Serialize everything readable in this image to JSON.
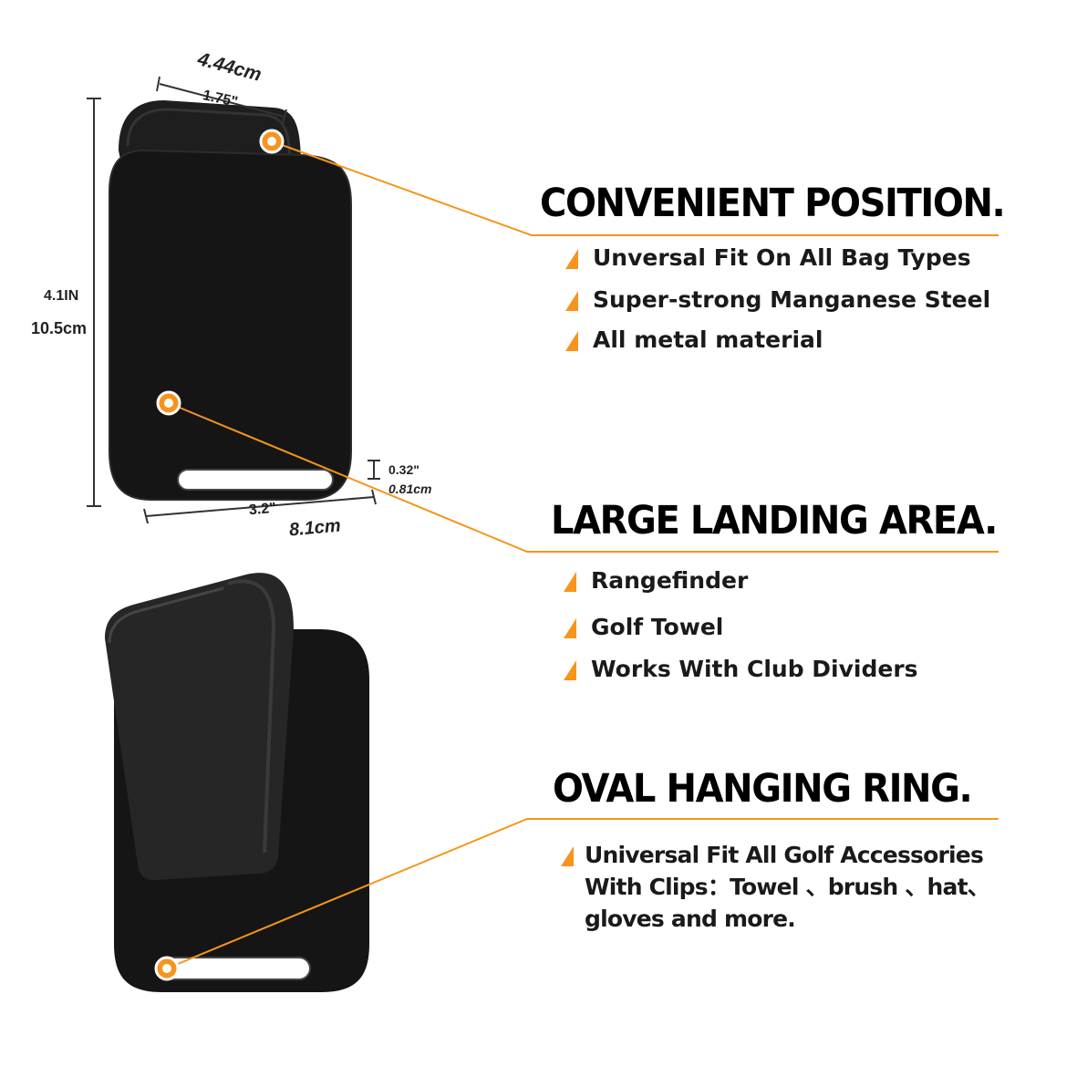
{
  "dimensions": {
    "width_cm": "4.44cm",
    "width_in": "1.75\"",
    "height_in": "4.1IN",
    "height_cm": "10.5cm",
    "bottom_in": "3.2\"",
    "bottom_cm": "8.1cm",
    "slot_in": "0.32\"",
    "slot_cm": "0.81cm"
  },
  "sections": [
    {
      "title": "CONVENIENT POSITION.",
      "bullets": [
        "Unversal Fit On All Bag Types",
        "Super-strong Manganese Steel",
        "All metal material"
      ]
    },
    {
      "title": "LARGE LANDING AREA.",
      "bullets": [
        "Rangefinder",
        "Golf Towel",
        "Works With Club Dividers"
      ]
    },
    {
      "title": "OVAL HANGING RING.",
      "paragraph_lines": [
        "Universal Fit All Golf Accessories",
        "With Clips：Towel 、brush 、hat、",
        "gloves and more."
      ]
    }
  ],
  "colors": {
    "accent": "#f7941d",
    "product": "#141414"
  }
}
